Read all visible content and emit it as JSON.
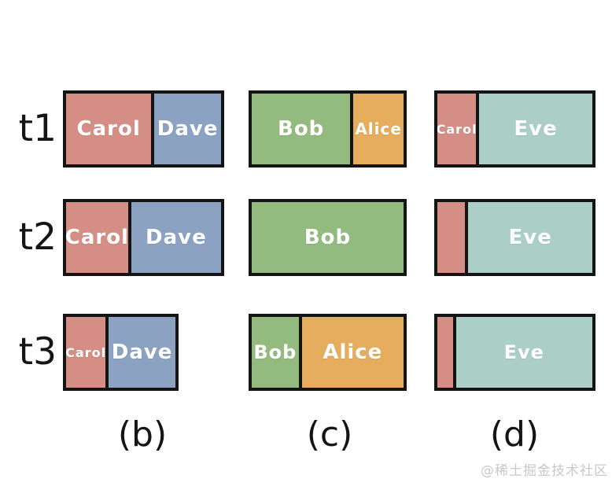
{
  "rows": [
    {
      "label": "t1",
      "cells": [
        {
          "col": "b",
          "segments": [
            {
              "name": "Carol",
              "color": "carol",
              "pct": 57
            },
            {
              "name": "Dave",
              "color": "dave",
              "pct": 43
            }
          ]
        },
        {
          "col": "c",
          "segments": [
            {
              "name": "Bob",
              "color": "bob",
              "pct": 67
            },
            {
              "name": "Alice",
              "color": "alice",
              "pct": 33
            }
          ]
        },
        {
          "col": "d",
          "segments": [
            {
              "name": "Carol",
              "color": "carol",
              "pct": 27
            },
            {
              "name": "Eve",
              "color": "eve",
              "pct": 73
            }
          ]
        }
      ]
    },
    {
      "label": "t2",
      "cells": [
        {
          "col": "b",
          "segments": [
            {
              "name": "Carol",
              "color": "carol",
              "pct": 42
            },
            {
              "name": "Dave",
              "color": "dave",
              "pct": 58
            }
          ]
        },
        {
          "col": "c",
          "segments": [
            {
              "name": "Bob",
              "color": "bob",
              "pct": 100
            }
          ]
        },
        {
          "col": "d",
          "segments": [
            {
              "name": "",
              "color": "carol",
              "pct": 20
            },
            {
              "name": "Eve",
              "color": "eve",
              "pct": 80
            }
          ]
        }
      ]
    },
    {
      "label": "t3",
      "cells": [
        {
          "col": "b",
          "segments": [
            {
              "name": "Carol",
              "color": "carol",
              "pct": 39
            },
            {
              "name": "Dave",
              "color": "dave",
              "pct": 61
            }
          ]
        },
        {
          "col": "c",
          "segments": [
            {
              "name": "Bob",
              "color": "bob",
              "pct": 33
            },
            {
              "name": "Alice",
              "color": "alice",
              "pct": 67
            }
          ]
        },
        {
          "col": "d",
          "segments": [
            {
              "name": "",
              "color": "carol",
              "pct": 12
            },
            {
              "name": "Eve",
              "color": "eve",
              "pct": 88
            }
          ]
        }
      ]
    }
  ],
  "column_labels": [
    "(b)",
    "(c)",
    "(d)"
  ],
  "watermark": "@稀土掘金技术社区",
  "colors": {
    "carol": "#d58e85",
    "dave": "#8ba2c3",
    "bob": "#94bb7f",
    "alice": "#e5ad5d",
    "eve": "#abcec7",
    "border": "#141414",
    "label_text": "#151515",
    "segment_text": "#ffffff",
    "watermark_text": "#c8c8c8"
  }
}
